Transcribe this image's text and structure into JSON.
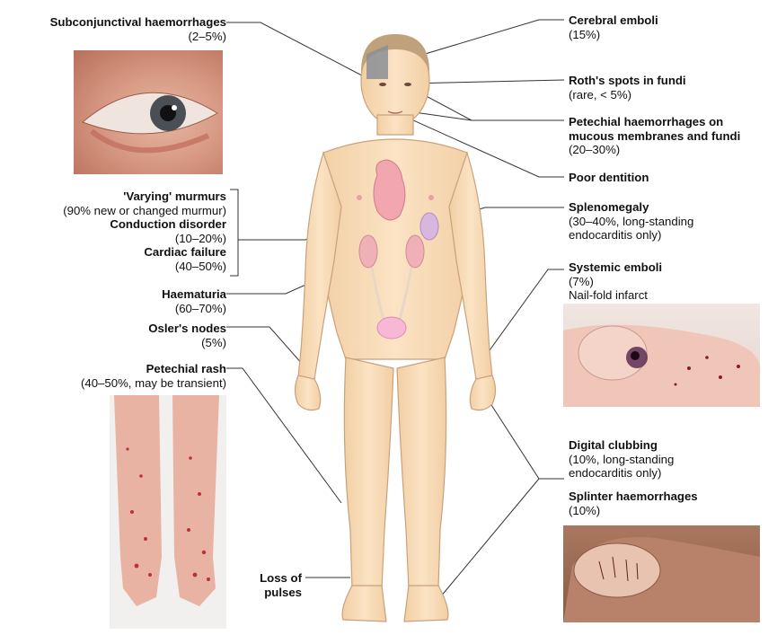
{
  "labels": {
    "subconjunctival": {
      "title": "Subconjunctival haemorrhages",
      "detail": "(2–5%)"
    },
    "cerebral": {
      "title": "Cerebral emboli",
      "detail": "(15%)"
    },
    "roth": {
      "title": "Roth's spots in fundi",
      "detail": "(rare, < 5%)"
    },
    "petechial_mucous": {
      "title_line1": "Petechial haemorrhages on",
      "title_line2": "mucous membranes and fundi",
      "detail": "(20–30%)"
    },
    "poor_dentition": {
      "title": "Poor dentition"
    },
    "splenomegaly": {
      "title": "Splenomegaly",
      "detail_line1": "(30–40%, long-standing",
      "detail_line2": "endocarditis only)"
    },
    "varying_murmurs": {
      "title": "'Varying' murmurs",
      "detail": "(90% new or changed murmur)"
    },
    "conduction": {
      "title": "Conduction disorder",
      "detail": "(10–20%)"
    },
    "cardiac_failure": {
      "title": "Cardiac failure",
      "detail": "(40–50%)"
    },
    "systemic_emboli": {
      "title": "Systemic emboli",
      "detail": "(7%)",
      "sub": "Nail-fold infarct"
    },
    "haematuria": {
      "title": "Haematuria",
      "detail": "(60–70%)"
    },
    "osler": {
      "title": "Osler's nodes",
      "detail": "(5%)"
    },
    "petechial_rash": {
      "title": "Petechial rash",
      "detail": "(40–50%, may be transient)"
    },
    "digital_clubbing": {
      "title": "Digital clubbing",
      "detail_line1": "(10%, long-standing",
      "detail_line2": "endocarditis only)"
    },
    "splinter": {
      "title": "Splinter haemorrhages",
      "detail": "(10%)"
    },
    "loss_of_pulses": {
      "title_line1": "Loss of",
      "title_line2": "pulses"
    }
  },
  "colors": {
    "skin": "#f8dcb6",
    "skin_edge": "#c9a17a",
    "line": "#333333",
    "heart": "#f2a7b0",
    "kidney": "#f0b0b8",
    "bladder": "#f6b8d4",
    "spleen": "#d8b6e0",
    "hair": "#bfa27c",
    "brain": "#8b8f96"
  }
}
